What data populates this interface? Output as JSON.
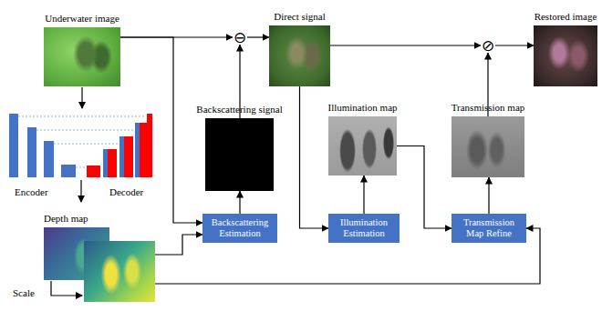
{
  "diagram": {
    "nodes": [
      {
        "text": [
          "Underwater image"
        ]
      },
      {
        "text": [
          "⊖"
        ]
      },
      {
        "text": [
          "Direct signal"
        ]
      },
      {
        "text": [
          "⊘"
        ]
      },
      {
        "text": [
          "Restored image"
        ]
      },
      {
        "text": [
          "Backscattering signal"
        ]
      },
      {
        "text": [
          "Illumination map"
        ]
      },
      {
        "text": [
          "Transmission map"
        ]
      },
      {
        "text": [
          "Depth map"
        ]
      },
      {
        "text": [
          "Backscattering Estimation"
        ]
      },
      {
        "text": [
          "Illumination Estimation"
        ]
      },
      {
        "text": [
          "Transmission Map Refine"
        ]
      }
    ],
    "edges": [
      {
        "from": 0,
        "to": 1,
        "arrow": "to"
      },
      {
        "from": 1,
        "to": 2,
        "arrow": "to"
      },
      {
        "from": 5,
        "to": 1,
        "arrow": "to"
      },
      {
        "from": 2,
        "to": 3,
        "arrow": "to"
      },
      {
        "from": 3,
        "to": 4,
        "arrow": "to"
      },
      {
        "from": 7,
        "to": 3,
        "arrow": "to"
      },
      {
        "from": 0,
        "to": 9,
        "arrow": "to"
      },
      {
        "from": 8,
        "to": 9,
        "arrow": "to"
      },
      {
        "from": 9,
        "to": 5,
        "arrow": "to"
      },
      {
        "from": 2,
        "to": 10,
        "arrow": "to"
      },
      {
        "from": 10,
        "to": 6,
        "arrow": "to"
      },
      {
        "from": 6,
        "to": 11,
        "arrow": "to"
      },
      {
        "from": 11,
        "to": 7,
        "arrow": "to"
      },
      {
        "from": 8,
        "to": 11,
        "arrow": "to"
      }
    ],
    "labels": [
      "Encoder",
      "Decoder",
      "Scale"
    ]
  }
}
